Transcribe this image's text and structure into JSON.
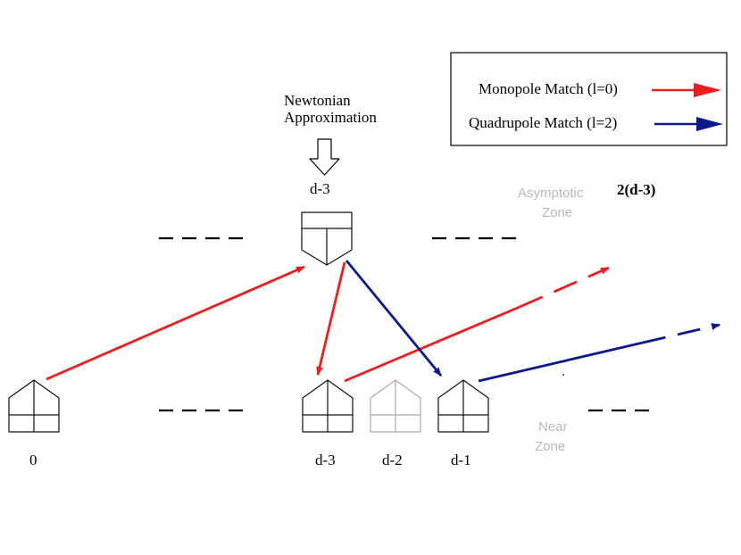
{
  "legend": {
    "monopole_label": "Monopole Match (l=0)",
    "quadrupole_label": "Quadrupole Match (l=2)"
  },
  "newtonian": {
    "line1": "Newtonian",
    "line2": "Approximation"
  },
  "top_node": {
    "label": "d-3",
    "right_label": "2(d-3)"
  },
  "asymptotic_zone": {
    "line1": "Asymptotic",
    "line2": "Zone"
  },
  "near_zone": {
    "line1": "Near",
    "line2": "Zone"
  },
  "bottom_nodes": {
    "node0": "0",
    "node_d3": "d-3",
    "node_d2": "d-2",
    "node_d1": "d-1"
  },
  "colors": {
    "monopole": "#ee1c1c",
    "quadrupole": "#0a1a8c",
    "zone_text": "#b8b8b8",
    "faded_box": "#aaaaaa"
  }
}
